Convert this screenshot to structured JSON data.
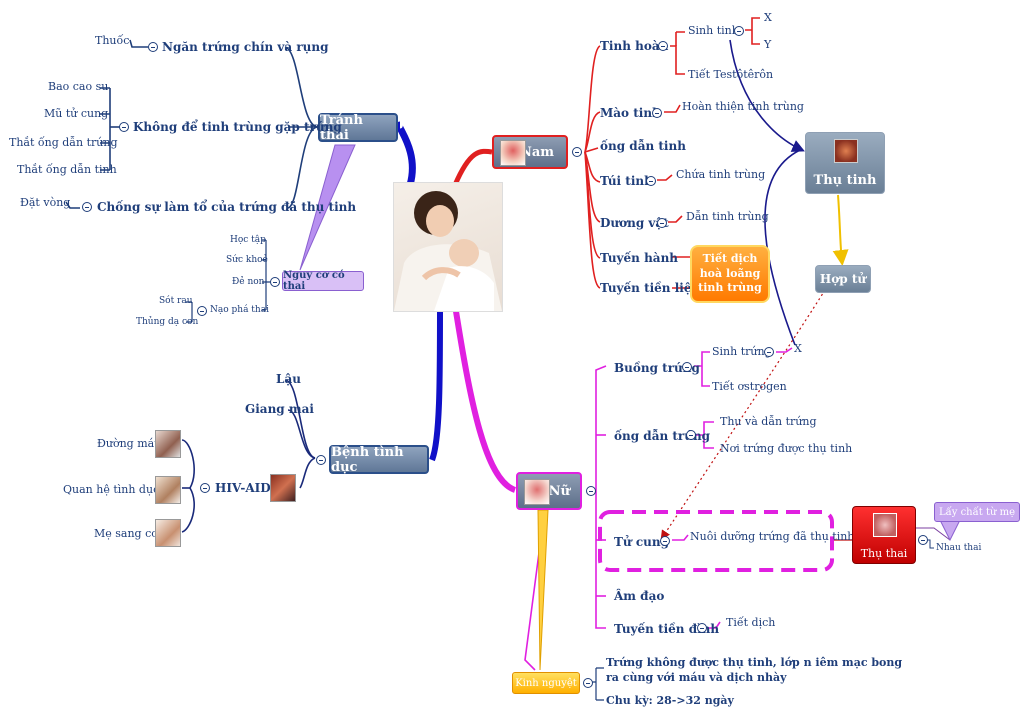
{
  "center": {
    "image": "mother-baby-photo"
  },
  "tranh_thai": {
    "title": "Tránh thai",
    "branches": [
      "Ngăn trứng chín và rụng",
      "Không để tinh trùng gặp trứng",
      "Chống sự làm tổ của trứng đã thụ tinh"
    ],
    "leaf_thuoc": "Thuốc",
    "leaves_khong": [
      "Bao cao su",
      "Mũ tử cung",
      "Thắt ống dẫn trứng",
      "Thắt ống dẫn tinh"
    ],
    "leaf_dat_vong": "Đặt vòng"
  },
  "nguy_co": {
    "title": "Nguy cơ có thai",
    "items": [
      "Học tập",
      "Sức khoẻ",
      "Đẻ non",
      "Nạo phá thai"
    ],
    "sub_nao_pha": [
      "Sót rau",
      "Thủng dạ con"
    ]
  },
  "benh": {
    "title": "Bệnh tình dục",
    "items": [
      "Lậu",
      "Giang mai",
      "HIV-AIDS"
    ],
    "hiv_items": [
      "Đường máu",
      "Quan hệ tình dục",
      "Mẹ sang con"
    ]
  },
  "nam": {
    "title": "Nam",
    "organs": [
      "Tinh hoàn",
      "Mào tinh",
      "ống dẫn tinh",
      "Túi tinh",
      "Dương vật",
      "Tuyến hành",
      "Tuyến tiền liệt"
    ],
    "sinh_tinh": "Sinh tinh",
    "x": "X",
    "y": "Y",
    "testosteron": "Tiết Testôtêrôn",
    "hoan_thien": "Hoàn thiện tinh trùng",
    "chua_tinh": "Chứa tinh trùng",
    "dan_tinh": "Dẫn tinh trùng",
    "tiet_dich": "Tiết dịch hoà loãng tinh trùng"
  },
  "thu_tinh": {
    "title": "Thụ tinh"
  },
  "hop_tu": {
    "title": "Hợp tử"
  },
  "nu": {
    "title": "Nữ",
    "organs": [
      "Buồng trứng",
      "ống dẫn trứng",
      "Tử cung",
      "Âm đạo",
      "Tuyến tiền đình"
    ],
    "sinh_trung": "Sinh trứng",
    "x": "X",
    "estrogen": "Tiết ơstrogen",
    "thu_dan_trung": "Thu và dẫn trứng",
    "noi_trung": "Nơi trứng được thụ tinh",
    "nuoi_duong": "Nuôi dưỡng trứng đã thụ tinh",
    "tiet_dich": "Tiết dịch"
  },
  "thu_thai": {
    "title": "Thụ thai",
    "lay_chat": "Lấy chất từ mẹ",
    "nhau_thai": "Nhau thai"
  },
  "kinh_nguyet": {
    "title": "Kinh nguyệt",
    "desc_line1": "Trứng không được thụ tinh, lớp   n iêm mạc bong",
    "desc_line2": "ra cùng với máu và dịch nhày",
    "cycle": "Chu kỳ: 28->32 ngày"
  },
  "colors": {
    "navy": "#1f3e7a",
    "blue": "#1010c8",
    "red": "#e02020",
    "magenta": "#e020e0",
    "purple": "#a070e0",
    "orange": "#ff9000",
    "yellow": "#f0c000"
  }
}
